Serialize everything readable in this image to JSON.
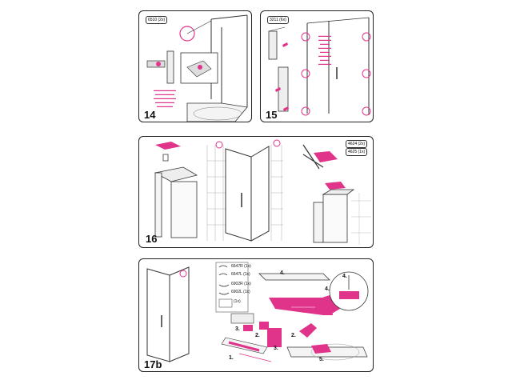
{
  "panel14": {
    "step": "14",
    "part_code": "6510 (2x)"
  },
  "panel15": {
    "step": "15",
    "part_code": "3211 (6x)"
  },
  "panel16": {
    "step": "16",
    "codes": [
      "4624 (2x)",
      "4625 (1x)"
    ]
  },
  "panel17": {
    "step": "17b",
    "parts": [
      "6647R (1x)",
      "6647L (1x)",
      "6902R (1x)",
      "6902L (1x)",
      "(1x)"
    ],
    "substeps": [
      "1.",
      "2.",
      "3.",
      "4.",
      "5.",
      "2.",
      "3.",
      "4.",
      "4."
    ]
  },
  "colors": {
    "accent": "#e0348a",
    "line": "#222222"
  }
}
